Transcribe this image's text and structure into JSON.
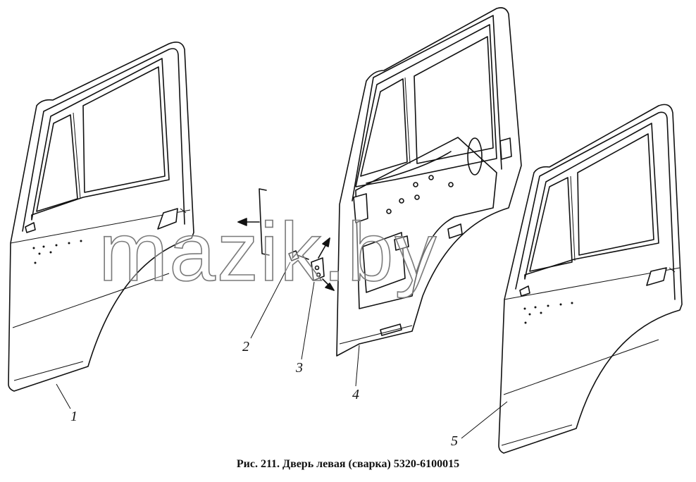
{
  "figure": {
    "caption": "Рис. 211. Дверь левая (сварка) 5320-6100015",
    "watermark": "mazik.by",
    "parts": [
      {
        "number": "1"
      },
      {
        "number": "2"
      },
      {
        "number": "3"
      },
      {
        "number": "4"
      },
      {
        "number": "5"
      }
    ]
  },
  "colors": {
    "line": "#111111",
    "background": "#ffffff",
    "watermark_stroke": "#7a7a7a"
  }
}
